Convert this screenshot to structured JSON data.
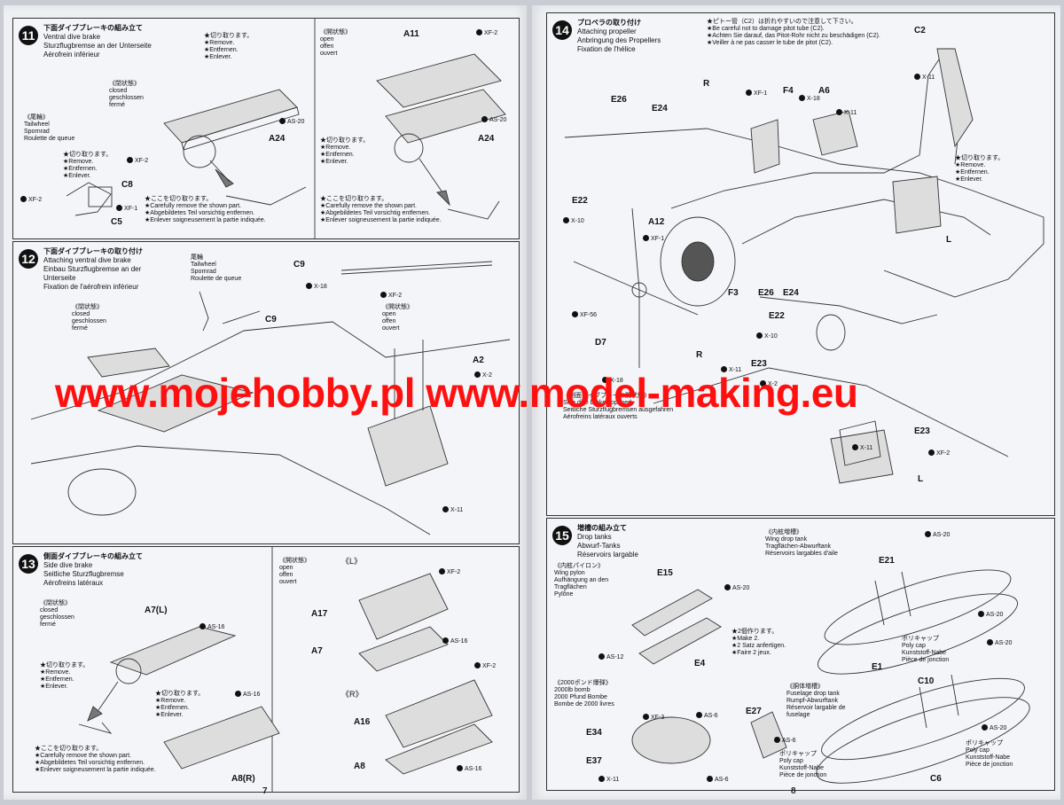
{
  "left_page": {
    "page_number": "7",
    "step11": {
      "number": "11",
      "title_jp": "下面ダイブブレーキの組み立て",
      "title_lines": "Ventral dive brake\nSturzflugbremse an der Unterseite\nAérofrein inférieur",
      "remove_note": "★切り取ります。\n★Remove.\n★Entfernen.\n★Enlever.",
      "closed_label": "《閉状態》\nclosed\ngeschlossen\nfermé",
      "open_label": "《開状態》\nopen\noffen\nouvert",
      "tailwheel_label": "《尾輪》\nTailwheel\nSpornrad\nRoulette de queue",
      "careful_note": "★ここを切り取ります。\n★Carefully remove the shown part.\n★Abgebildetes Teil vorsichtig entfernen.\n★Enlever soigneusement la partie indiquée.",
      "parts": {
        "a24": "A24",
        "a11": "A11",
        "c8": "C8",
        "c5": "C5"
      },
      "paints": {
        "as20": "AS-20",
        "xf2": "XF-2",
        "xf1": "XF-1"
      }
    },
    "step12": {
      "number": "12",
      "title_jp": "下面ダイブブレーキの取り付け",
      "title_lines": "Attaching ventral dive brake\nEinbau Sturzflugbremse an der\nUnterseite\nFixation de l'aérofrein inférieur",
      "closed_label": "《閉状態》\nclosed\ngeschlossen\nfermé",
      "open_label": "《開状態》\nopen\noffen\nouvert",
      "tailwheel_label": "尾輪\nTailwheel\nSpornrad\nRoulette de queue",
      "parts": {
        "c9": "C9",
        "a2": "A2"
      },
      "paints": {
        "x18": "X-18",
        "xf2": "XF-2",
        "x2": "X-2",
        "x11": "X-11"
      }
    },
    "step13": {
      "number": "13",
      "title_jp": "側面ダイブブレーキの組み立て",
      "title_lines": "Side dive brake\nSeitliche Sturzflugbremse\nAérofreins latéraux",
      "closed_label": "《閉状態》\nclosed\ngeschlossen\nfermé",
      "open_label": "《開状態》\nopen\noffen\nouvert",
      "remove_note": "★切り取ります。\n★Remove.\n★Entfernen.\n★Enlever.",
      "careful_note": "★ここを切り取ります。\n★Carefully remove the shown part.\n★Abgebildetes Teil vorsichtig entfernen.\n★Enlever soigneusement la partie indiquée.",
      "l_label": "《L》",
      "r_label": "《R》",
      "parts": {
        "a7l": "A7(L)",
        "a8r": "A8(R)",
        "a17": "A17",
        "a7": "A7",
        "a16": "A16",
        "a8": "A8"
      },
      "paints": {
        "as16": "AS-16",
        "xf2": "XF-2"
      }
    }
  },
  "right_page": {
    "page_number": "8",
    "step14": {
      "number": "14",
      "title_jp": "プロペラの取り付け",
      "title_lines": "Attaching propeller\nAnbringung des Propellers\nFixation de l'hélice",
      "pitot_note": "★ピトー管（C2）は折れやすいので注意して下さい。\n★Be careful not to damage pitot tube (C2).\n★Achten Sie darauf, das Pitot-Rohr nicht zu beschädigen (C2).\n★Veiller à ne pas casser le tube de pitot (C2).",
      "remove_note": "★切り取ります。\n★Remove.\n★Entfernen.\n★Enlever.",
      "side_brake_label": "《側面ダイブブレーキ開状態》\nSide dive brakes opened\nSeitliche Sturzflugbremsen ausgefahren\nAérofreins latéraux ouverts",
      "parts": {
        "c2": "C2",
        "r": "R",
        "e26": "E26",
        "e24": "E24",
        "f4": "F4",
        "a6": "A6",
        "e22": "E22",
        "a12": "A12",
        "f3": "F3",
        "d7": "D7",
        "l": "L",
        "e23": "E23"
      },
      "paints": {
        "x11": "X-11",
        "xf1": "XF-1",
        "x18": "X-18",
        "x10": "X-10",
        "xf56": "XF-56",
        "xf2": "XF-2",
        "x2": "X-2"
      }
    },
    "step15": {
      "number": "15",
      "title_jp": "増槽の組み立て",
      "title_lines": "Drop tanks\nAbwurf-Tanks\nRéservoirs largable",
      "wing_pylon_label": "《内舷パイロン》\nWing pylon\nAufhängung an den\nTragflächen\nPylône",
      "wing_tank_label": "《内舷増槽》\nWing drop tank\nTragflächen-Abwurftank\nRéservoirs largables d'aile",
      "fuselage_tank_label": "《胴体増槽》\nFuselage drop tank\nRumpf-Abwurftank\nRéservoir largable de\nfuselage",
      "bomb_label": "《2000ポンド爆弾》\n2000lb bomb\n2000 Pfund Bombe\nBombe de 2000 livres",
      "make2_note": "★2個作ります。\n★Make 2.\n★2 Satz anfertigen.\n★Faire 2 jeux.",
      "polycap_label": "ポリキャップ\nPoly cap\nKunststoff-Nabe\nPièce de jonction",
      "parts": {
        "e15": "E15",
        "e4": "E4",
        "e21": "E21",
        "e1": "E1",
        "c10": "C10",
        "c6": "C6",
        "e27": "E27",
        "e34": "E34",
        "e37": "E37"
      },
      "paints": {
        "as20": "AS-20",
        "as12": "AS-12",
        "xf3": "XF-3",
        "as6": "AS-6",
        "x11": "X-11"
      }
    }
  },
  "watermark": "www.mojehobby.pl www.model-making.eu"
}
